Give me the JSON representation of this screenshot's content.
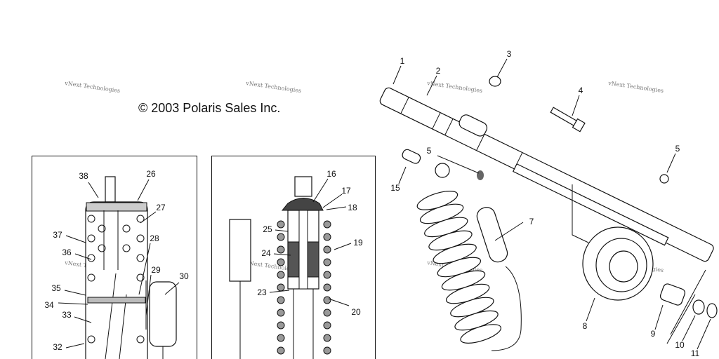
{
  "copyright": "© 2003 Polaris Sales Inc.",
  "watermark": "vNext Technologies",
  "callouts": {
    "c1": "1",
    "c2": "2",
    "c3": "3",
    "c4": "4",
    "c5a": "5",
    "c5b": "5",
    "c7": "7",
    "c8": "8",
    "c9": "9",
    "c10": "10",
    "c11": "11",
    "c15": "15",
    "c16": "16",
    "c17": "17",
    "c18": "18",
    "c19": "19",
    "c20": "20",
    "c23": "23",
    "c24": "24",
    "c25": "25",
    "c26": "26",
    "c27": "27",
    "c28": "28",
    "c29": "29",
    "c30": "30",
    "c32": "32",
    "c33": "33",
    "c34": "34",
    "c35": "35",
    "c36": "36",
    "c37": "37",
    "c38": "38"
  }
}
